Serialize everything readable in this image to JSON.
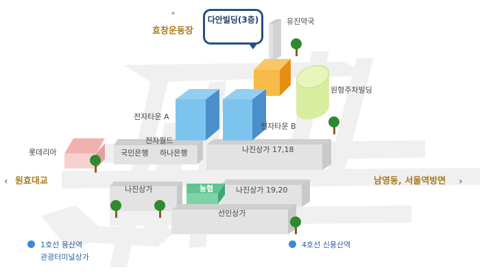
{
  "callout": {
    "text": "다안빌딩(3층)"
  },
  "directions": {
    "north": "효창운동장",
    "west": "원효대교",
    "east": "남영동, 서울역방면"
  },
  "labels": {
    "pharmacy": "유진약국",
    "parking": "원형주차빌딩",
    "electronics_a": "전자타운  A",
    "electronics_b": "전자타운  B",
    "lotteria": "롯데리아",
    "electronics_world": "전자월드",
    "kookmin_bank": "국민은행",
    "hana_bank": "하나은행",
    "najin_1718": "나진상가  17,18",
    "najin": "나진상가",
    "nonghyup": "농협",
    "najin_1920": "나진상가  19,20",
    "sunin": "선인상가"
  },
  "stations": {
    "line1": "1호선  용산역",
    "line1_sub": "관광터미널상가",
    "line4": "4호선  신용산역"
  },
  "colors": {
    "road": "#f1f1f1",
    "block": "#dcdcdc",
    "target_building": "#f6a830",
    "electronics_town": "#6fb6e6",
    "parking_building": "#d8ec9c",
    "lotteria": "#f2b5b5",
    "nonghyup": "#5fc490",
    "station_dot": "#3d87d8",
    "direction_text": "#a87a1e",
    "callout_border": "#234e86"
  }
}
